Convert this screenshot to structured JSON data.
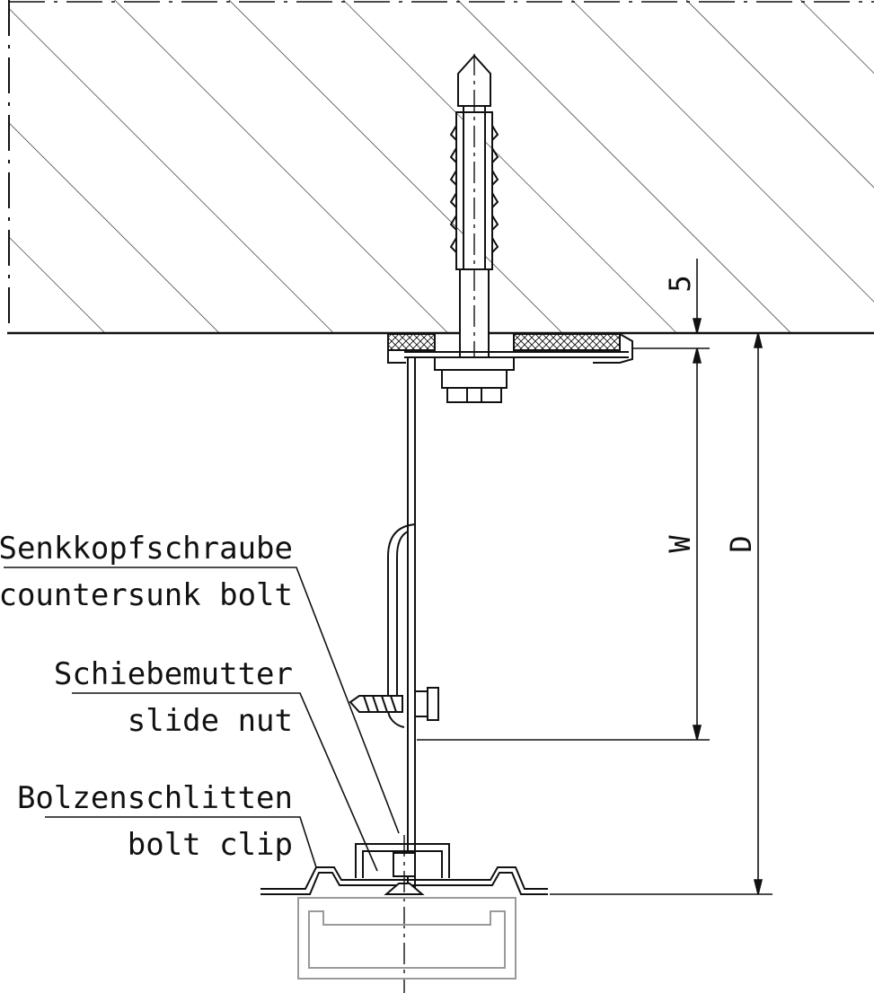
{
  "labels": {
    "countersunk_de": "Senkkopfschraube",
    "countersunk_en": "countersunk bolt",
    "slidenut_de": "Schiebemutter",
    "slidenut_en": "slide nut",
    "boltclip_de": "Bolzenschlitten",
    "boltclip_en": "bolt clip"
  },
  "dimensions": {
    "gap": "5",
    "w": "W",
    "d": "D"
  },
  "colors": {
    "line": "#111111",
    "rail": "#9a9a9a",
    "background": "#ffffff"
  }
}
